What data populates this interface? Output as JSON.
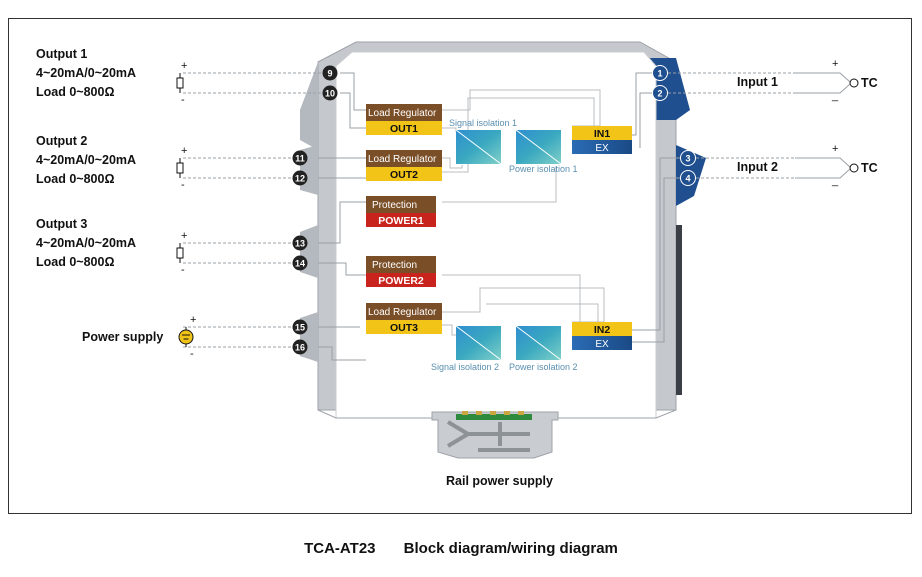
{
  "outputs": [
    {
      "title": "Output 1",
      "range": "4~20mA/0~20mA",
      "load": "Load 0~800Ω",
      "terminals": [
        "9",
        "10"
      ]
    },
    {
      "title": "Output 2",
      "range": "4~20mA/0~20mA",
      "load": "Load 0~800Ω",
      "terminals": [
        "11",
        "12"
      ]
    },
    {
      "title": "Output 3",
      "range": "4~20mA/0~20mA",
      "load": "Load 0~800Ω",
      "terminals": [
        "13",
        "14"
      ]
    }
  ],
  "power_supply": {
    "label": "Power supply",
    "terminals": [
      "15",
      "16"
    ]
  },
  "inputs": [
    {
      "label": "Input 1",
      "sensor": "TC",
      "terminals": [
        "1",
        "2"
      ]
    },
    {
      "label": "Input 2",
      "sensor": "TC",
      "terminals": [
        "3",
        "4"
      ]
    }
  ],
  "blocks": {
    "load_regulator": "Load Regulator",
    "out1": "OUT1",
    "out2": "OUT2",
    "out3": "OUT3",
    "protection": "Protection",
    "power1": "POWER1",
    "power2": "POWER2",
    "in1": "IN1",
    "in2": "IN2",
    "ex": "EX",
    "signal_isolation_1": "Signal isolation 1",
    "power_isolation_1": "Power isolation 1",
    "signal_isolation_2": "Signal isolation 2",
    "power_isolation_2": "Power isolation 2"
  },
  "signs": {
    "plus": "+",
    "minus": "_",
    "minus_dash": "-"
  },
  "rail_power_supply": "Rail power supply",
  "caption": {
    "model": "TCA-AT23",
    "title": "Block diagram/wiring diagram"
  },
  "colors": {
    "brown": "#7a4e27",
    "yellow": "#f2c418",
    "red": "#c8231c",
    "blue": "#1f5a9e",
    "teal": "#2aa3b8",
    "housing_gray": "#b9bec4"
  }
}
